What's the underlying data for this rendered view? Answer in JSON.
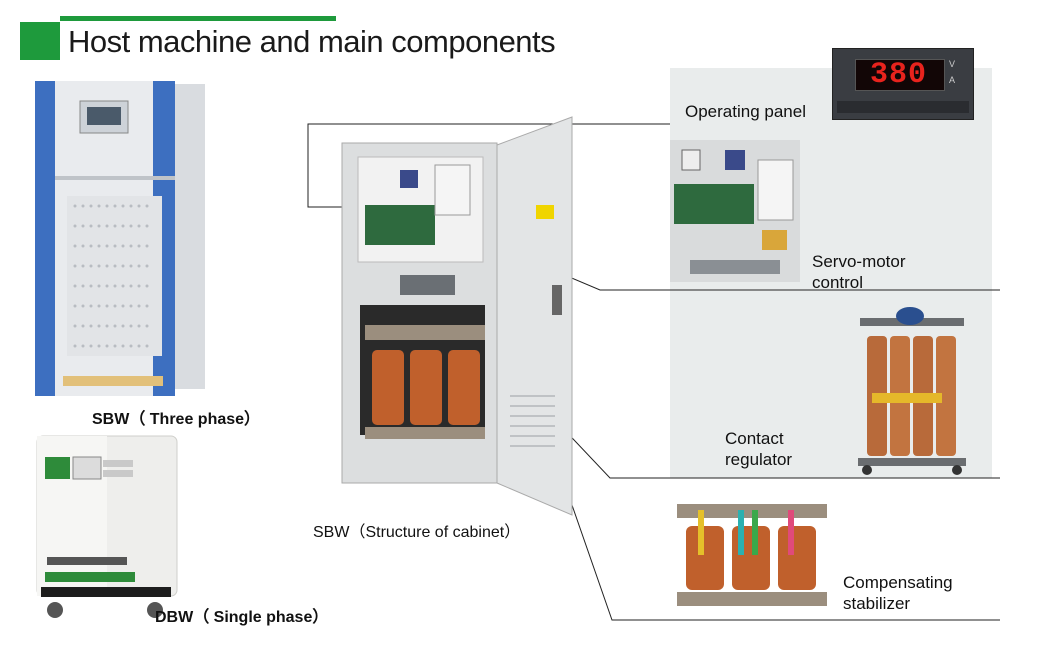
{
  "header": {
    "title": "Host machine and main components"
  },
  "captions": {
    "sbw_three": "SBW（ Three phase）",
    "dbw_single": "DBW（ Single phase）",
    "sbw_cabinet": "SBW（Structure of cabinet）"
  },
  "components": {
    "operating_panel": "Operating panel",
    "servo_motor_1": "Servo-motor",
    "servo_motor_2": "control",
    "contact_1": "Contact",
    "contact_2": "regulator",
    "comp_1": "Compensating",
    "comp_2": "stabilizer"
  },
  "display": {
    "value": "380",
    "unit_top": "V",
    "unit_bottom": "A"
  },
  "colors": {
    "brand_green": "#1e9a3c",
    "panel_bg": "#e9ecec",
    "display_red": "#e8231d"
  }
}
